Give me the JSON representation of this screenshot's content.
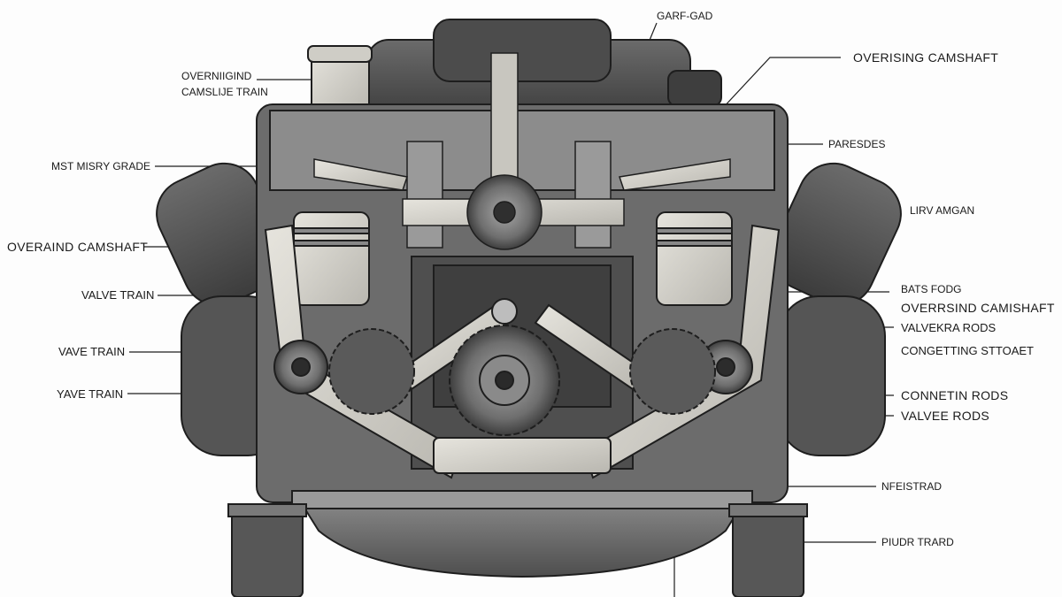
{
  "diagram": {
    "labels": {
      "top_center": "GARF-GAD",
      "top_right": "OVERISING CAMSHAFT",
      "top_left_line1": "OVERNIIGIND",
      "top_left_line2": "CAMSLIJE TRAIN",
      "parasdes": "PARESDES",
      "mst_misry_grade": "MST MISRY GRADE",
      "lirv_amgan": "LIRV AMGAN",
      "overaind_camshaft": "OVERAIND CAMSHAFT",
      "valve_train": "VALVE TRAIN",
      "bats_fodg": "BATS FODG",
      "overrsind_camishaft": "OVERRSIND CAMISHAFT",
      "valvekra_rods": "VALVEKRA RODS",
      "vave_train": "VAVE TRAIN",
      "congetting_sttoaet": "CONGETTING STTOAET",
      "yave_train": "YAVE TRAIN",
      "connetin_rods": "CONNETIN RODS",
      "valvee_rods": "VALVEE RODS",
      "nfeistrad": "NFEISTRAD",
      "piudr_trard": "PIUDR TRARD"
    },
    "colors": {
      "outline": "#1e1e1e",
      "dark_metal": "#4a4a4a",
      "mid_metal": "#7a7a7a",
      "light_metal": "#bdbdbd",
      "pale_metal": "#d9d7d0",
      "background": "#fdfdfd"
    }
  }
}
